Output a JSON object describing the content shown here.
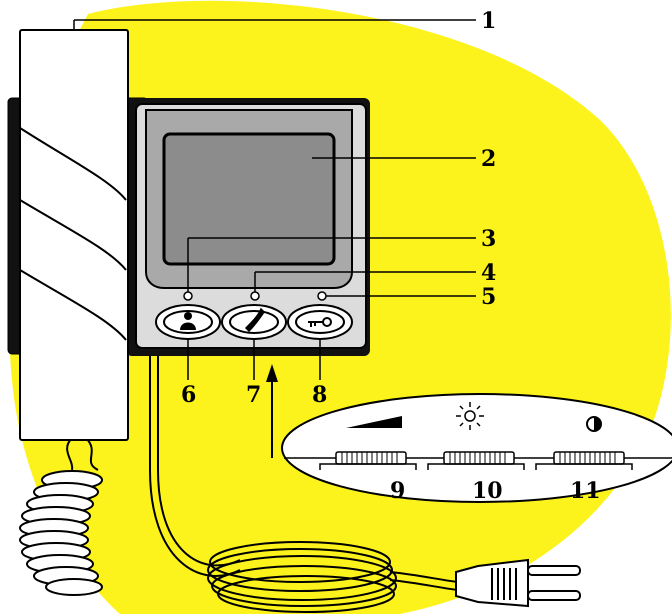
{
  "colors": {
    "background_blob": "#fcf31c",
    "device_body": "#dcdcdc",
    "screen_frame": "#a9a9a9",
    "screen": "#8c8c8c",
    "outline": "#000000"
  },
  "icons": {
    "btn6": "person-icon",
    "btn7": "phone-handset-icon",
    "btn8": "key-icon",
    "ctrl9": "volume-wedge-icon",
    "ctrl10": "brightness-sun-icon",
    "ctrl11": "contrast-half-circle-icon"
  },
  "callouts": {
    "c1": "1",
    "c2": "2",
    "c3": "3",
    "c4": "4",
    "c5": "5",
    "c6": "6",
    "c7": "7",
    "c8": "8",
    "c9": "9",
    "c10": "10",
    "c11": "11"
  }
}
